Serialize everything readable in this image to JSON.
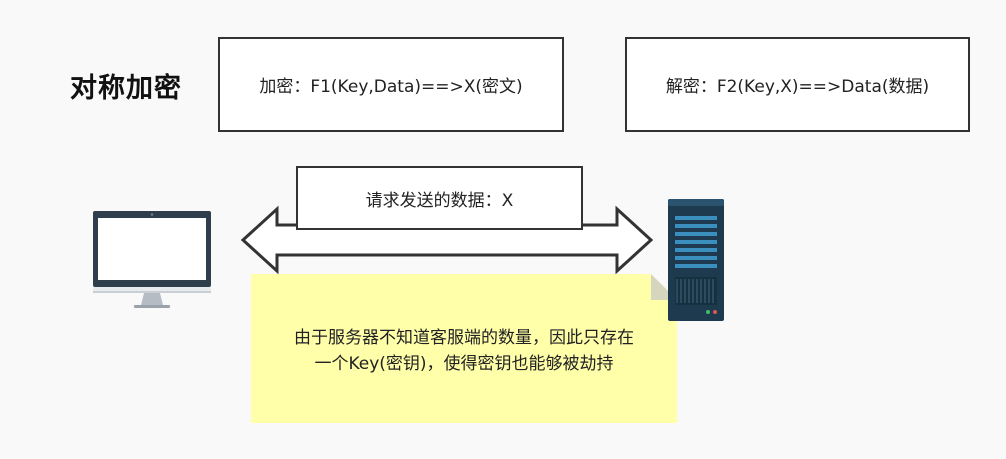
{
  "title": "对称加密",
  "encrypt_box": {
    "text": "加密：F1(Key,Data)==>X(密文)"
  },
  "decrypt_box": {
    "text": "解密：F2(Key,X)==>Data(数据)"
  },
  "request_box": {
    "text": "请求发送的数据：X"
  },
  "note": {
    "line1": "由于服务器不知道客服端的数量，因此只存在",
    "line2": "一个Key(密钥)，使得密钥也能够被劫持"
  },
  "colors": {
    "note_bg": "#ffffaa",
    "border": "#333333",
    "server_body": "#1d3a4f",
    "server_slot": "#3a8fbf"
  },
  "icons": {
    "client": "desktop-computer-icon",
    "server": "server-tower-icon",
    "arrow": "double-headed-arrow"
  }
}
